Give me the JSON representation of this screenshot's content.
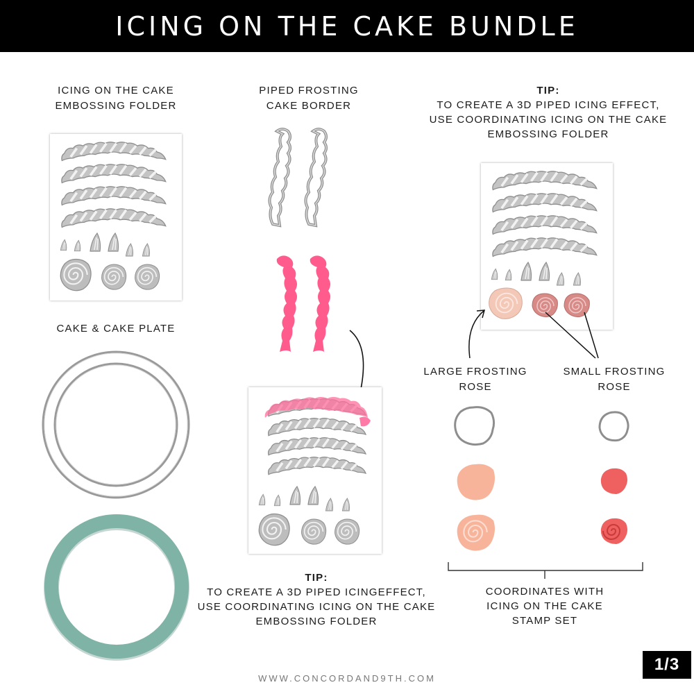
{
  "banner": {
    "title": "ICING ON THE CAKE BUNDLE"
  },
  "sections": {
    "embossing_folder": {
      "line1": "ICING ON THE CAKE",
      "line2": "EMBOSSING FOLDER"
    },
    "piped_border": {
      "line1": "PIPED FROSTING",
      "line2": "CAKE BORDER"
    },
    "top_tip": {
      "head": "TIP:",
      "line1": "TO CREATE A 3D PIPED ICING EFFECT,",
      "line2": "USE COORDINATING ICING ON THE CAKE",
      "line3": "EMBOSSING FOLDER"
    },
    "cake_plate": {
      "line1": "CAKE & CAKE PLATE"
    },
    "large_rose": {
      "line1": "LARGE FROSTING",
      "line2": "ROSE"
    },
    "small_rose": {
      "line1": "SMALL FROSTING",
      "line2": "ROSE"
    },
    "bottom_tip": {
      "head": "TIP:",
      "line1": "TO CREATE A 3D PIPED ICINGEFFECT,",
      "line2": "USE COORDINATING ICING ON THE CAKE",
      "line3": "EMBOSSING FOLDER"
    },
    "coordinates": {
      "line1": "COORDINATES WITH",
      "line2": "ICING ON THE CAKE",
      "line3": "STAMP SET"
    }
  },
  "colors": {
    "banner": "#000000",
    "pink_border": "#ff5c8d",
    "plate_teal": "#7fb3a5",
    "large_rose_peach": "#f8b49a",
    "small_rose_coral": "#ef6060",
    "die_grey": "#b5b5b5"
  },
  "page_indicator": "1/3",
  "footer": {
    "url": "WWW.CONCORDAND9TH.COM"
  }
}
